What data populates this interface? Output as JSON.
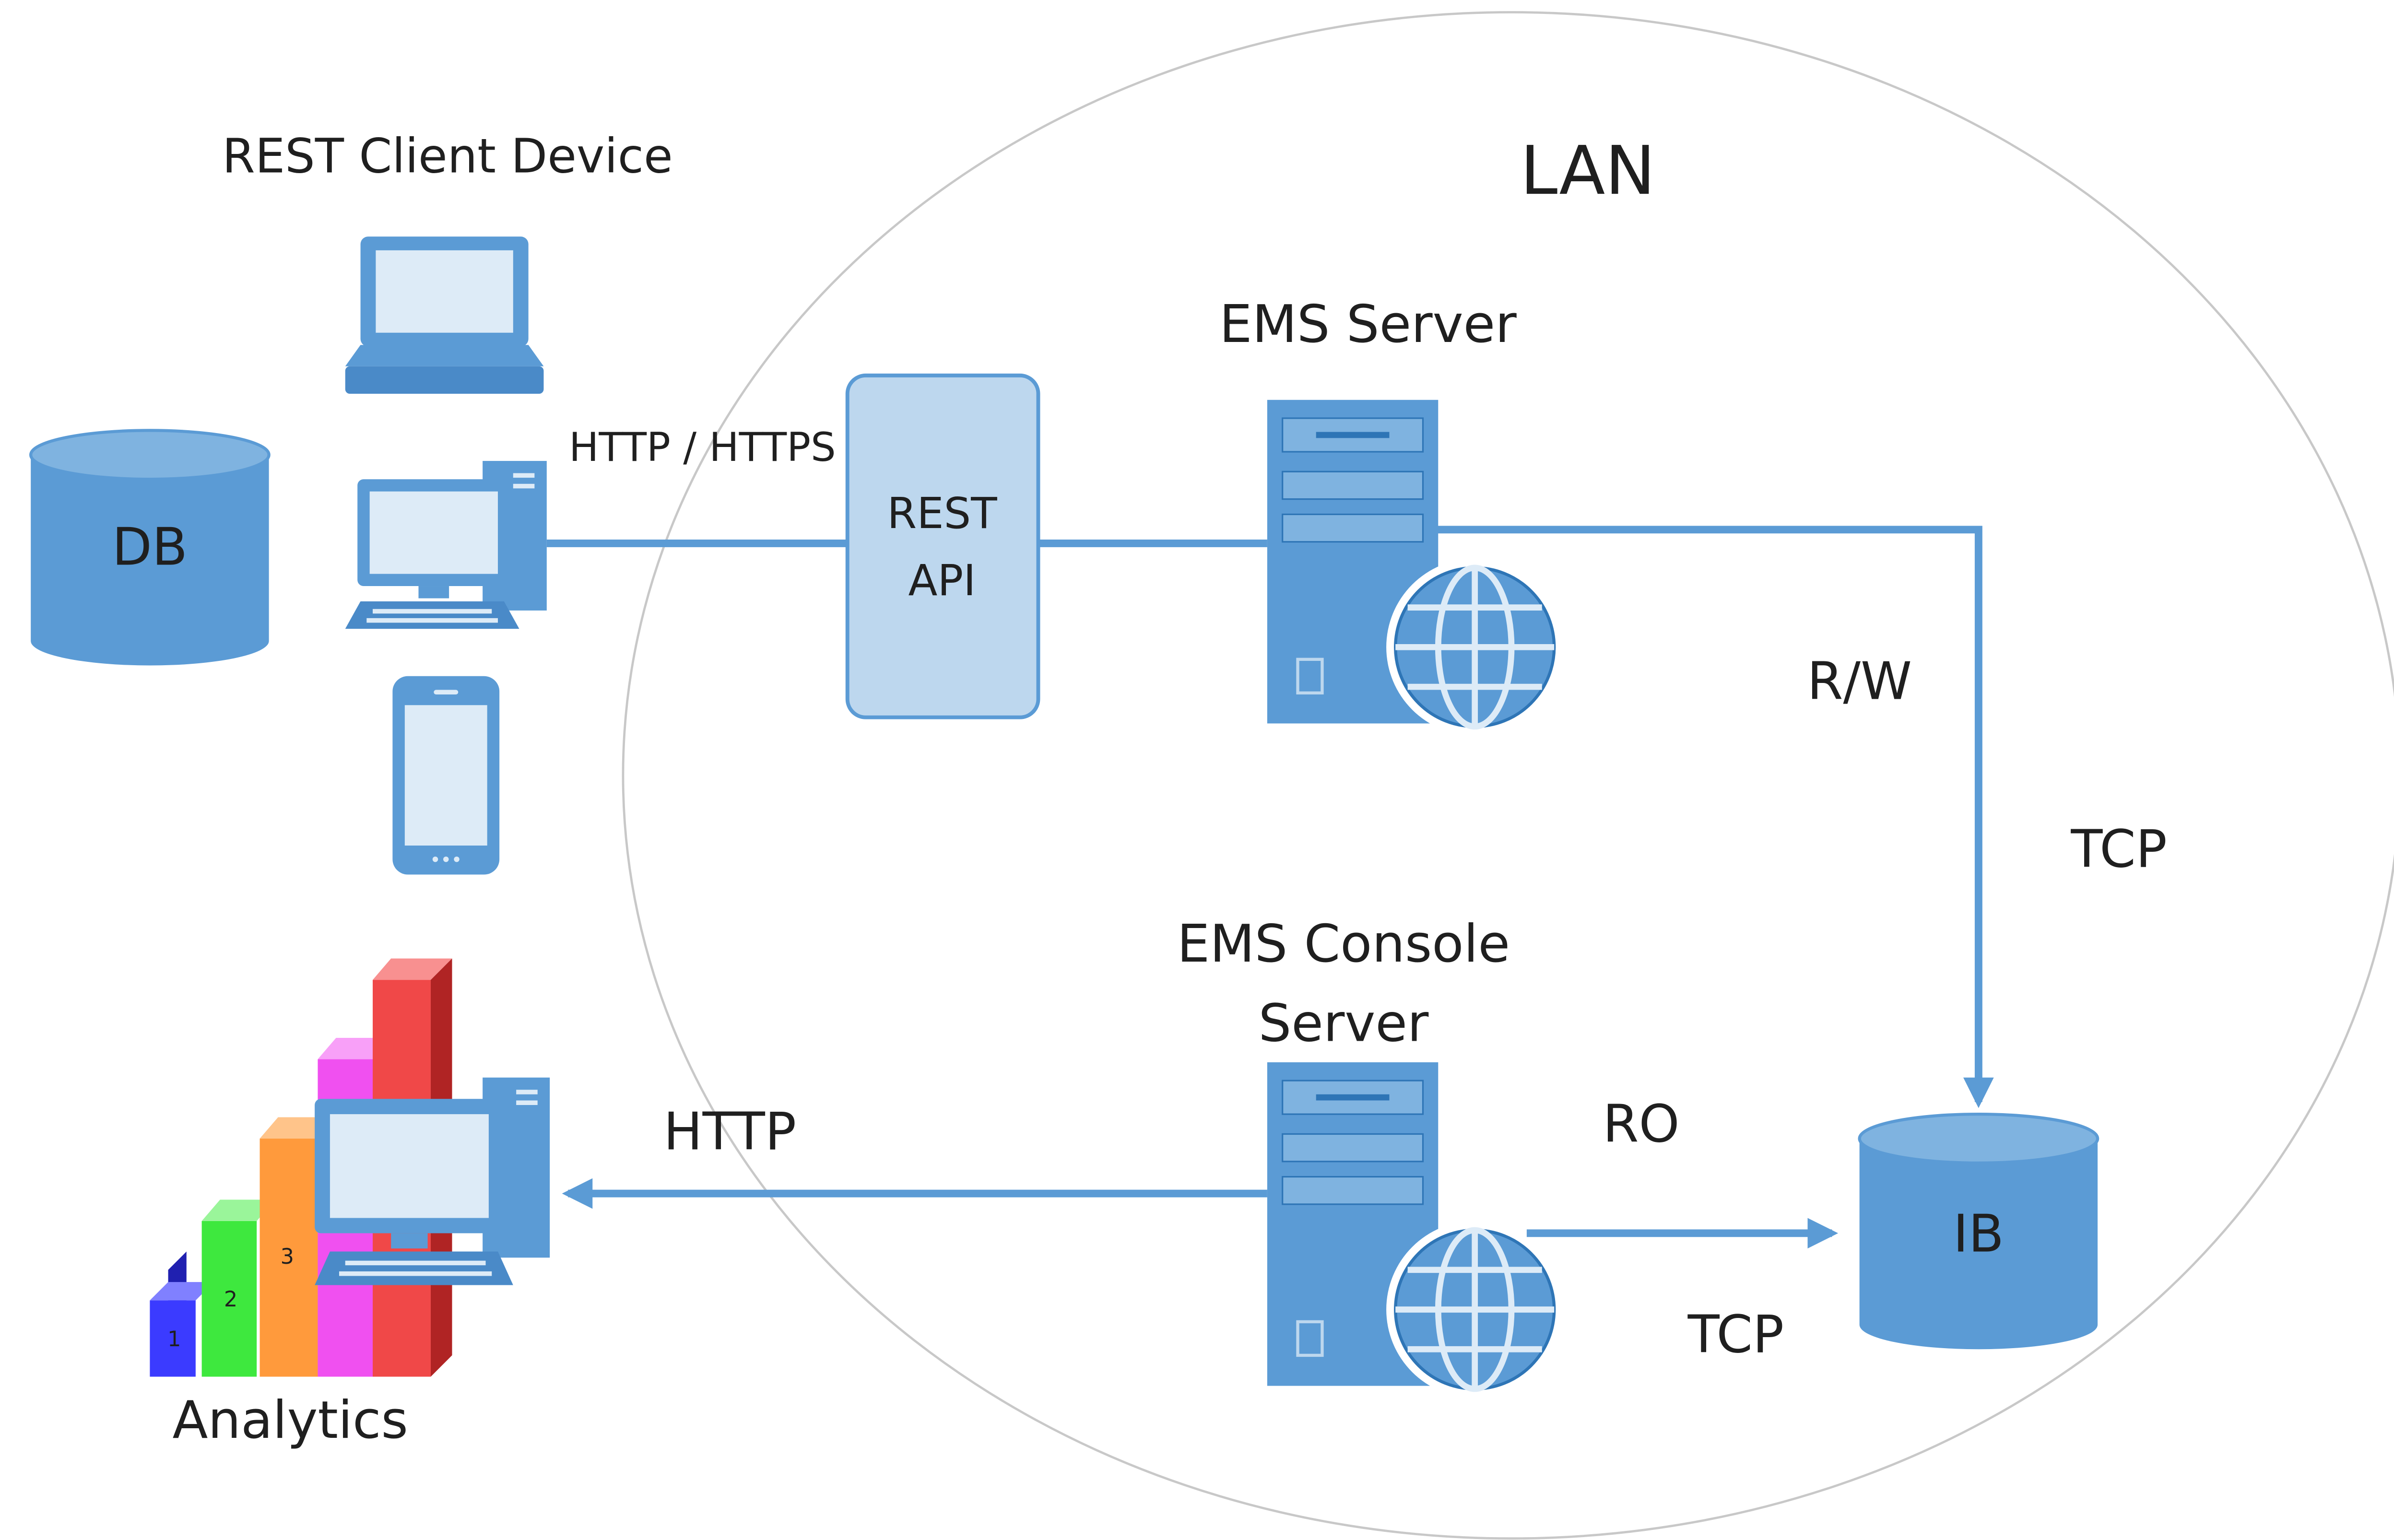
{
  "labels": {
    "lan": "LAN",
    "rest_client_device": "REST Client Device",
    "db": "DB",
    "http_https": "HTTP / HTTPS",
    "rest_api_line1": "REST",
    "rest_api_line2": "API",
    "ems_server": "EMS Server",
    "rw": "R/W",
    "tcp_right": "TCP",
    "ems_console_line1": "EMS Console",
    "ems_console_line2": "Server",
    "ro": "RO",
    "tcp_bottom": "TCP",
    "ib": "IB",
    "http": "HTTP",
    "analytics": "Analytics",
    "bar_1": "1",
    "bar_2": "2",
    "bar_3": "3"
  },
  "colors": {
    "primary_blue": "#5b9bd5",
    "dark_blue": "#2e75b6",
    "light_blue": "#bdd7ee",
    "line": "#5b9bd5",
    "lan_border": "#c8c8c8",
    "text": "#1f1f1f",
    "bar_blue": "#3b3bff",
    "bar_green": "#3ee83e",
    "bar_orange": "#ff9a3c",
    "bar_magenta": "#f050f0",
    "bar_red": "#f04848"
  },
  "icons": [
    "laptop-icon",
    "desktop-icon",
    "smartphone-icon",
    "database-icon",
    "server-icon",
    "globe-icon",
    "bar-chart-icon"
  ]
}
